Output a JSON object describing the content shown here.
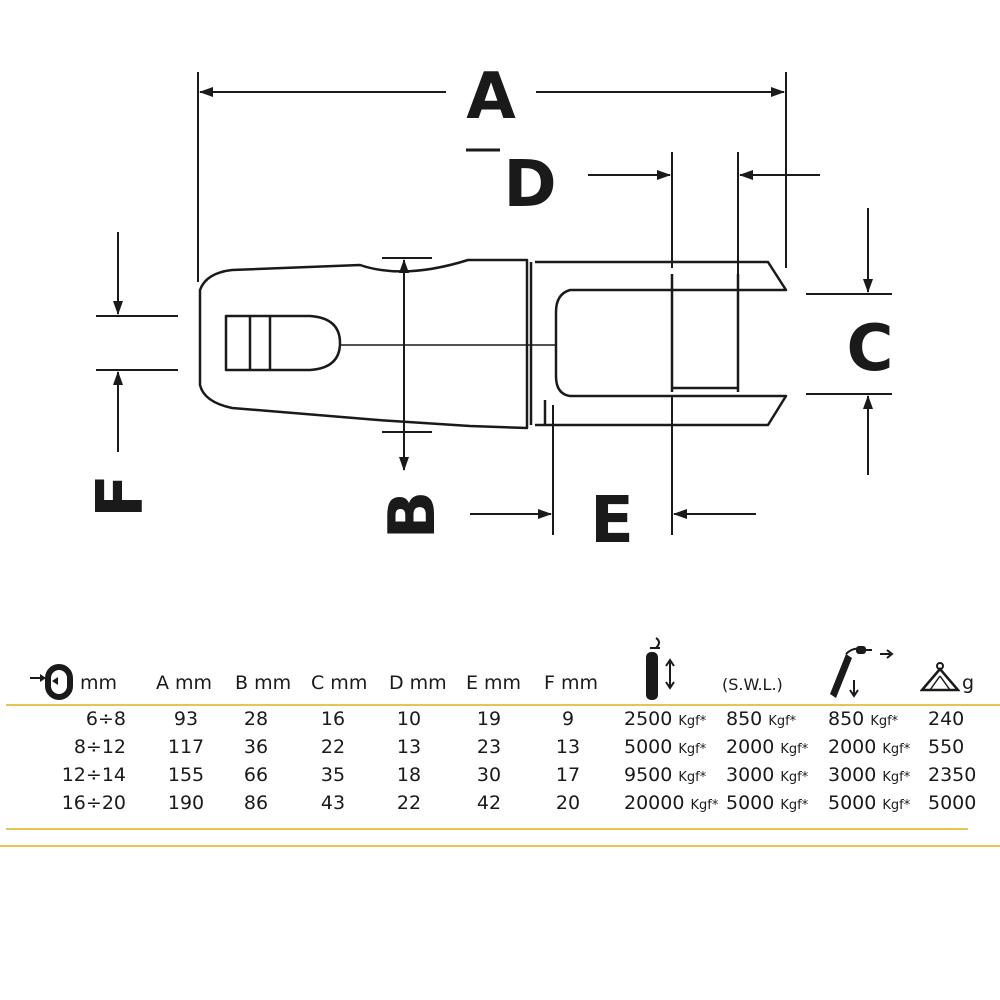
{
  "diagram": {
    "labels": {
      "a": "A",
      "b": "B",
      "c": "C",
      "d": "D",
      "e": "E",
      "f": "F"
    }
  },
  "table": {
    "colors": {
      "rule": "#e8c454",
      "text": "#1a1a1a"
    },
    "headers": {
      "chain_icon": "chain-link-size-icon",
      "chain": "mm",
      "a": "A mm",
      "b": "B mm",
      "c": "C mm",
      "d": "D mm",
      "e": "E mm",
      "f": "F mm",
      "vertical_load_icon": "vertical-load-icon",
      "swl": "(S.W.L.)",
      "angled_load_icon": "angled-load-icon",
      "weight_icon": "weight-icon",
      "weight": "g"
    },
    "rows": [
      {
        "chain": "6÷8",
        "a": "93",
        "b": "28",
        "c": "16",
        "d": "10",
        "e": "19",
        "f": "9",
        "break": "2500",
        "swl": "850",
        "angled": "850",
        "weight": "240"
      },
      {
        "chain": "8÷12",
        "a": "117",
        "b": "36",
        "c": "22",
        "d": "13",
        "e": "23",
        "f": "13",
        "break": "5000",
        "swl": "2000",
        "angled": "2000",
        "weight": "550"
      },
      {
        "chain": "12÷14",
        "a": "155",
        "b": "66",
        "c": "35",
        "d": "18",
        "e": "30",
        "f": "17",
        "break": "9500",
        "swl": "3000",
        "angled": "3000",
        "weight": "2350"
      },
      {
        "chain": "16÷20",
        "a": "190",
        "b": "86",
        "c": "43",
        "d": "22",
        "e": "42",
        "f": "20",
        "break": "20000",
        "swl": "5000",
        "angled": "5000",
        "weight": "5000"
      }
    ],
    "unit": "Kgf*"
  }
}
